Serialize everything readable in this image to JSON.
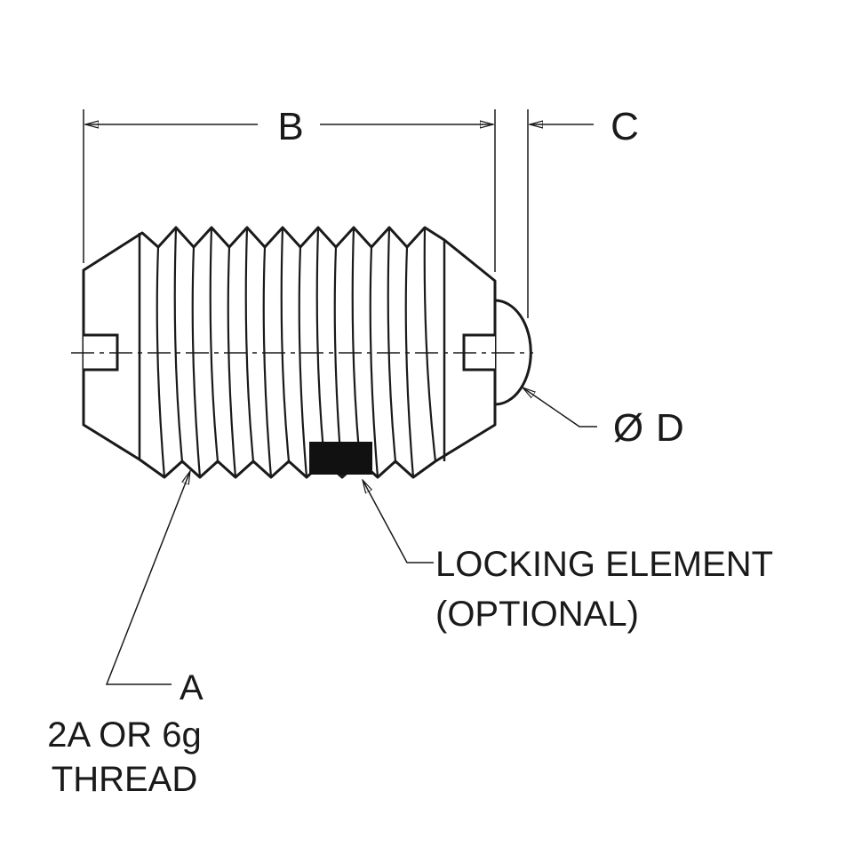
{
  "dimensions": {
    "b_label": "B",
    "c_label": "C",
    "d_symbol": "Ø",
    "d_label": "D"
  },
  "callouts": {
    "locking_line1": "LOCKING ELEMENT",
    "locking_line2": "(OPTIONAL)",
    "thread_label": "A",
    "thread_line1": "2A OR 6g",
    "thread_line2": "THREAD"
  },
  "colors": {
    "ink": "#1a1a1a",
    "background": "#ffffff"
  }
}
